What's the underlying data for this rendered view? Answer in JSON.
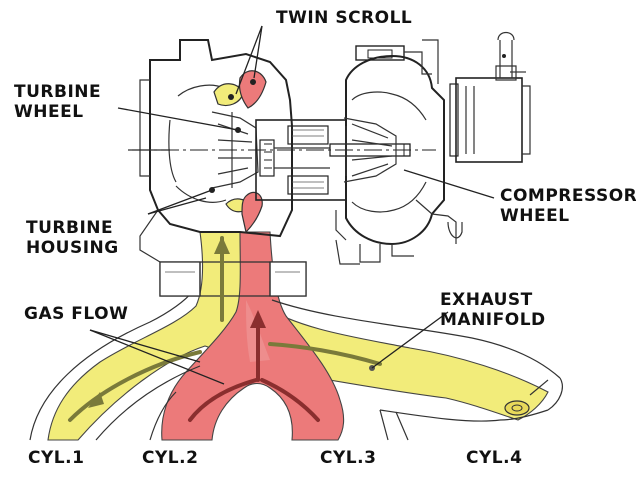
{
  "labels": {
    "twin_scroll": "TWIN SCROLL",
    "turbine_wheel_1": "TURBINE",
    "turbine_wheel_2": "WHEEL",
    "compressor_wheel_1": "COMPRESSOR",
    "compressor_wheel_2": "WHEEL",
    "turbine_housing_1": "TURBINE",
    "turbine_housing_2": "HOUSING",
    "gas_flow": "GAS FLOW",
    "exhaust_manifold_1": "EXHAUST",
    "exhaust_manifold_2": "MANIFOLD",
    "cyl1": "CYL.1",
    "cyl2": "CYL.2",
    "cyl3": "CYL.3",
    "cyl4": "CYL.4"
  },
  "colors": {
    "scroll_yellow": "#f2ec7a",
    "scroll_red": "#ec7a7a",
    "flow_arrow": "#7a7a3a",
    "line": "#222222"
  }
}
